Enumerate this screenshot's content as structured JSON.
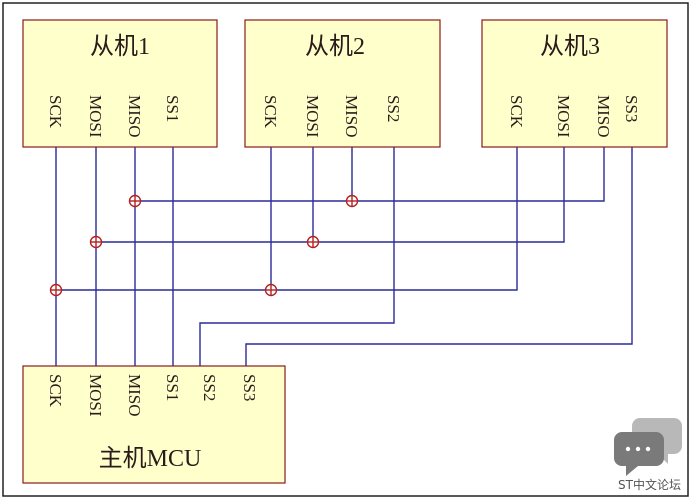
{
  "slaves": [
    {
      "label": "从机1",
      "pins": [
        "SCK",
        "MOSI",
        "MISO",
        "SS1"
      ]
    },
    {
      "label": "从机2",
      "pins": [
        "SCK",
        "MOSI",
        "MISO",
        "SS2"
      ]
    },
    {
      "label": "从机3",
      "pins": [
        "SCK",
        "MOSI",
        "MISO",
        "SS3"
      ]
    }
  ],
  "master": {
    "label": "主机MCU",
    "pins": [
      "SCK",
      "MOSI",
      "MISO",
      "SS1",
      "SS2",
      "SS3"
    ]
  },
  "watermark": {
    "text": "ST中文论坛"
  },
  "colors": {
    "wire": "#2b2b9a",
    "box_fill": "#ffffcc",
    "box_border": "#8b1a1a",
    "junction": "#b22222"
  }
}
